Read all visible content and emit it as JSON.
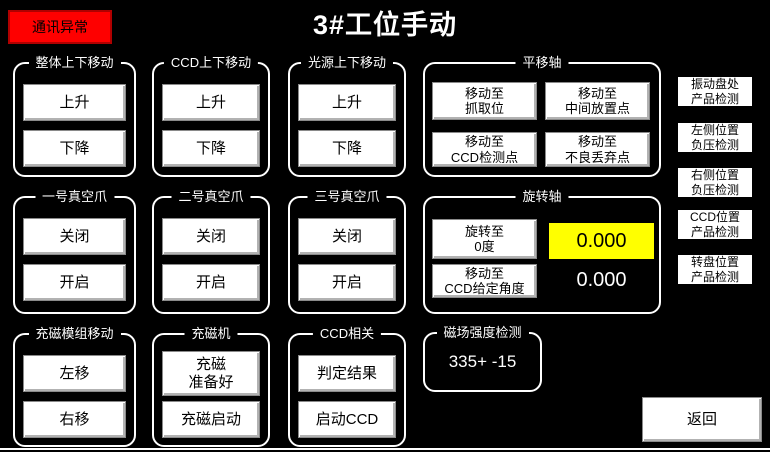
{
  "header": {
    "status": "通讯异常",
    "title": "3#工位手动"
  },
  "updown_groups": [
    {
      "label": "整体上下移动",
      "buttons": [
        "上升",
        "下降"
      ]
    },
    {
      "label": "CCD上下移动",
      "buttons": [
        "上升",
        "下降"
      ]
    },
    {
      "label": "光源上下移动",
      "buttons": [
        "上升",
        "下降"
      ]
    }
  ],
  "translate_axis": {
    "label": "平移轴",
    "buttons": [
      {
        "lines": [
          "移动至",
          "抓取位"
        ]
      },
      {
        "lines": [
          "移动至",
          "中间放置点"
        ]
      },
      {
        "lines": [
          "移动至",
          "CCD检测点"
        ]
      },
      {
        "lines": [
          "移动至",
          "不良丢弃点"
        ]
      }
    ]
  },
  "side_buttons": [
    {
      "lines": [
        "振动盘处",
        "产品检测"
      ]
    },
    {
      "lines": [
        "左侧位置",
        "负压检测"
      ]
    },
    {
      "lines": [
        "右侧位置",
        "负压检测"
      ]
    },
    {
      "lines": [
        "CCD位置",
        "产品检测"
      ]
    },
    {
      "lines": [
        "转盘位置",
        "产品检测"
      ]
    }
  ],
  "vacuum_groups": [
    {
      "label": "一号真空爪",
      "buttons": [
        "关闭",
        "开启"
      ]
    },
    {
      "label": "二号真空爪",
      "buttons": [
        "关闭",
        "开启"
      ]
    },
    {
      "label": "三号真空爪",
      "buttons": [
        "关闭",
        "开启"
      ]
    }
  ],
  "rotate_axis": {
    "label": "旋转轴",
    "rotate_zero_button": {
      "lines": [
        "旋转至",
        "0度"
      ]
    },
    "angle_setpoint": "0.000",
    "move_ccd_angle_button": {
      "lines": [
        "移动至",
        "CCD给定角度"
      ]
    },
    "angle_actual": "0.000"
  },
  "magnet_module": {
    "label": "充磁模组移动",
    "buttons": [
      "左移",
      "右移"
    ]
  },
  "magnetizer": {
    "label": "充磁机",
    "ready_button": {
      "lines": [
        "充磁",
        "准备好"
      ]
    },
    "start_button": "充磁启动"
  },
  "ccd_panel": {
    "label": "CCD相关",
    "buttons": [
      "判定结果",
      "启动CCD"
    ]
  },
  "field_strength": {
    "label": "磁场强度检测",
    "value": "335+ -15"
  },
  "back_button": "返回",
  "colors": {
    "background": "#000000",
    "status_bg": "#fe0000",
    "status_border": "#b00000",
    "highlight_field": "#ffff00",
    "button_bg": "#ffffff",
    "text_on_dark": "#ffffff"
  }
}
